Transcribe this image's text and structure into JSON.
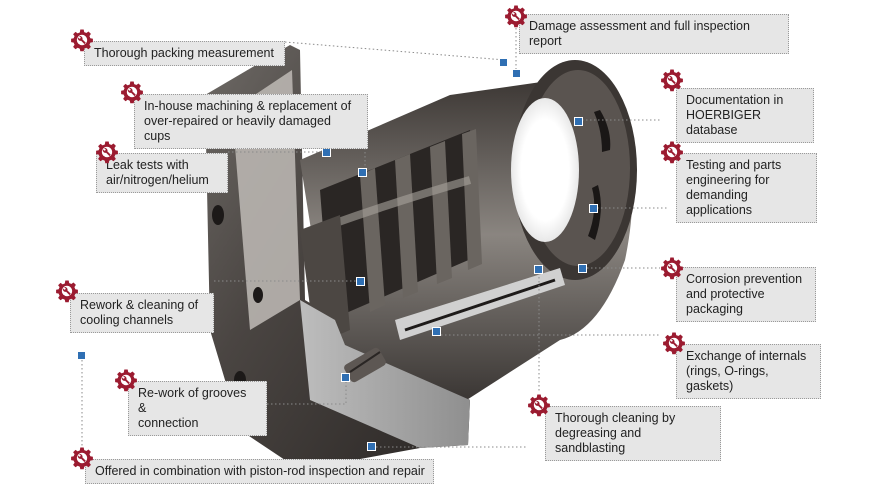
{
  "colors": {
    "gear": "#9b1b30",
    "marker": "#2f6fb3",
    "label_bg": "#e6e6e6",
    "leader": "#8a8a8a"
  },
  "labels": {
    "damage": "Damage assessment and full inspection report",
    "packing": "Thorough packing measurement",
    "machining": "In-house machining & replacement of\nover-repaired or heavily damaged cups",
    "leak": "Leak tests with\nair/nitrogen/helium",
    "documentation": "Documentation in\nHOERBIGER database",
    "testing": "Testing and parts\nengineering for\ndemanding applications",
    "rework_cooling": "Rework & cleaning of\ncooling channels",
    "corrosion": "Corrosion prevention\nand protective\npackaging",
    "exchange": "Exchange of internals\n(rings, O-rings, gaskets)",
    "grooves": "Re-work of grooves &\nconnection",
    "cleaning": "Thorough cleaning by\ndegreasing and sandblasting",
    "offered": "Offered  in combination with piston-rod inspection and repair"
  },
  "icons": {
    "service": "gear-wrench-icon"
  }
}
